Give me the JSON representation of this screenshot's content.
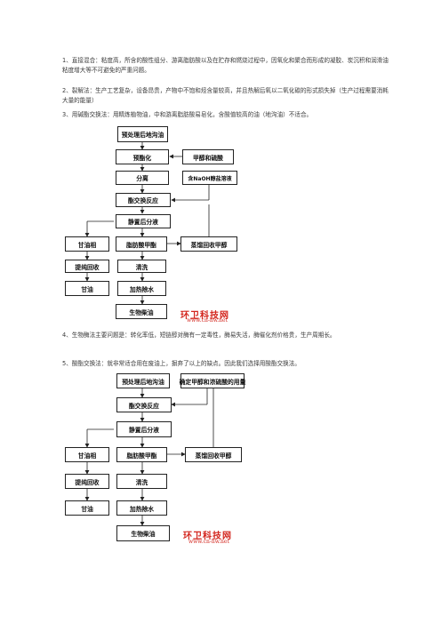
{
  "paragraphs": {
    "p1": "1、直接混合：粘度高，所含的酸性组分、游离脂肪酸以及在贮存和燃烧过程中，因氧化和聚合而形成的凝胶、炭沉积和润滑油粘度增大等不可避免的严重问题。",
    "p2": "2、裂解法：生产工艺复杂，设备昂贵，产物中不饱和烃含量较高，并且热解后氧以二氧化碳的形式损失掉（生产过程需要消耗大量的能量）",
    "p3": "3、用碱酯交换法：用精炼植物油，中和游离脂肪酸易皂化，含酸值较高的油（地沟油）不适合。",
    "p4": "4、生物酶法主要问题是：转化率低，短链醇对酶有一定毒性，酶易失活，酶催化剂价格贵，生产周期长。",
    "p5": "5、酸酯交换法：就非常适合用在废油上，摒弃了以上的缺点。因此我们选择用酸酯交换法。"
  },
  "flow1": {
    "pretreat": "预处理后地沟油",
    "esterify": "预酯化",
    "methanol_acid": "甲醇和硫酸",
    "separate": "分离",
    "naoh_solution": "含NaOH醇盐溶液",
    "transesterify": "酯交换反应",
    "settle": "静置后分液",
    "glycerin_phase": "甘油相",
    "fame": "脂肪酸甲酯",
    "recover_methanol": "蒸馏回收甲醇",
    "purify_recover": "提纯回收",
    "wash": "清洗",
    "glycerin": "甘油",
    "heat_dewater": "加热除水",
    "biodiesel": "生物柴油"
  },
  "flow2": {
    "pretreat": "预处理后地沟油",
    "determine": "确定甲醇和浓硫酸的用量",
    "transesterify": "酯交换反应",
    "settle": "静置后分液",
    "glycerin_phase": "甘油相",
    "fame": "脂肪酸甲酯",
    "recover_methanol": "蒸馏回收甲醇",
    "purify_recover": "提纯回收",
    "wash": "清洗",
    "glycerin": "甘油",
    "heat_dewater": "加热除水",
    "biodiesel": "生物柴油"
  },
  "watermark": {
    "name": "环卫科技网",
    "url": "www.cn-hw.net"
  }
}
